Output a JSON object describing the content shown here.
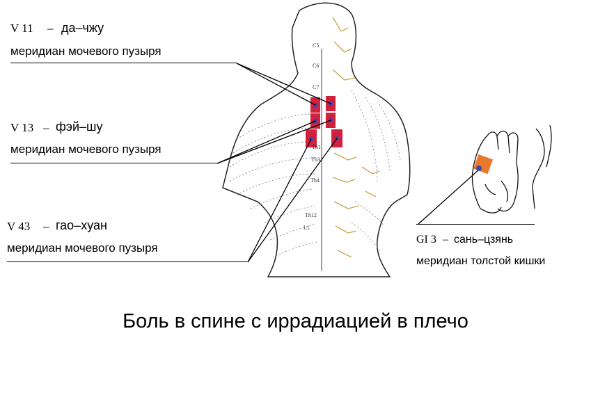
{
  "points": [
    {
      "code": "V 11",
      "dash": "–",
      "name": "да–чжу",
      "meridian": "меридиан мочевого пузыря"
    },
    {
      "code": "V 13",
      "dash": "–",
      "name": "фэй–шу",
      "meridian": "меридиан мочевого пузыря"
    },
    {
      "code": "V 43",
      "dash": "–",
      "name": "гао–хуан",
      "meridian": "меридиан мочевого пузыря"
    },
    {
      "code": "GI 3",
      "dash": "–",
      "name": "сань–цзянь",
      "meridian": "меридиан толстой кишки"
    }
  ],
  "vertebra_labels": [
    "C5",
    "C6",
    "C7",
    "Th1",
    "Th3",
    "Th4",
    "Th12",
    "L1"
  ],
  "caption": "Боль в спине с иррадиацией в плечо",
  "colors": {
    "point_marker": "#d0213f",
    "point_center": "#3a3fb0",
    "hand_point": "#e8792a",
    "hand_point_center": "#3a47b0"
  }
}
